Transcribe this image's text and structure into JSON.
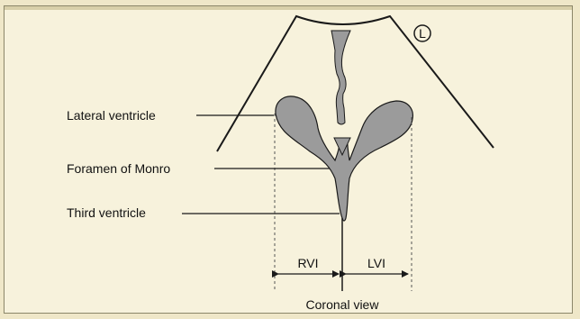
{
  "labels": {
    "lateral_ventricle": "Lateral ventricle",
    "foramen_of_monro": "Foramen of Monro",
    "third_ventricle": "Third ventricle",
    "rvi": "RVI",
    "lvi": "LVI",
    "coronal_view": "Coronal view",
    "left_marker": "L"
  },
  "colors": {
    "background": "#f7f2dc",
    "ventricle_fill": "#9b9b9b",
    "line": "#1a1a1a"
  }
}
